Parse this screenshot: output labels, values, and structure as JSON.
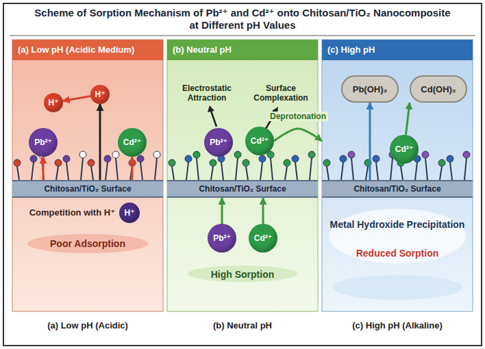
{
  "diagram": {
    "title": "Scheme of Sorption Mechanism of Pb²⁺ and Cd²⁺ onto Chitosan/TiO₂ Nanocomposite at Different pH Values",
    "nodes": [
      {
        "text": [
          "(a) Low pH (Acidic Medium)"
        ]
      },
      {
        "text": [
          "H⁺"
        ],
        "in": 0
      },
      {
        "text": [
          "H⁺"
        ],
        "in": 0
      },
      {
        "text": [
          "Pb²⁺"
        ],
        "in": 0
      },
      {
        "text": [
          "Cd²⁺"
        ],
        "in": 0
      },
      {
        "text": [
          "Chitosan/TiO₂ Surface"
        ],
        "in": 0
      },
      {
        "text": [
          "H⁺"
        ],
        "in": 0
      },
      {
        "text": [
          "(b) Neutral pH"
        ]
      },
      {
        "text": [
          "Pb²⁺"
        ],
        "in": 7
      },
      {
        "text": [
          "Cd²⁺"
        ],
        "in": 7
      },
      {
        "text": [
          "Chitosan/TiO₂ Surface"
        ],
        "in": 7
      },
      {
        "text": [
          "Pb²⁺"
        ],
        "in": 7
      },
      {
        "text": [
          "Cd²⁺"
        ],
        "in": 7
      },
      {
        "text": [
          "(c) High pH"
        ]
      },
      {
        "text": [
          "Pb(OH)₂"
        ],
        "in": 13
      },
      {
        "text": [
          "Cd(OH)₂"
        ],
        "in": 13
      },
      {
        "text": [
          "Cd²⁺"
        ],
        "in": 13
      },
      {
        "text": [
          "Chitosan/TiO₂ Surface"
        ],
        "in": 13
      }
    ],
    "edges": [
      {
        "from": 5,
        "to": 3,
        "arrow": "to"
      },
      {
        "from": 5,
        "to": 4,
        "arrow": "to"
      },
      {
        "from": 2,
        "to": 1,
        "arrow": "to"
      },
      {
        "from": 5,
        "to": 2,
        "arrow": "to"
      },
      {
        "from": 11,
        "to": 10,
        "arrow": "to"
      },
      {
        "from": 12,
        "to": 10,
        "arrow": "to"
      },
      {
        "from": 9,
        "to": 13,
        "label": "Deprotonation",
        "arrow": "to"
      },
      {
        "from": 17,
        "to": 14,
        "arrow": "to"
      },
      {
        "from": 16,
        "to": 15,
        "arrow": "to"
      }
    ],
    "labels": [
      "Competition with H⁺",
      "Poor Adsorption",
      "Electrostatic Attraction",
      "Surface Complexation",
      "High Sorption",
      "Metal Hydroxide Precipitation",
      "Reduced Sorption",
      "(a) Low pH (Acidic)",
      "(b) Neutral pH",
      "(c) High pH (Alkaline)"
    ]
  }
}
